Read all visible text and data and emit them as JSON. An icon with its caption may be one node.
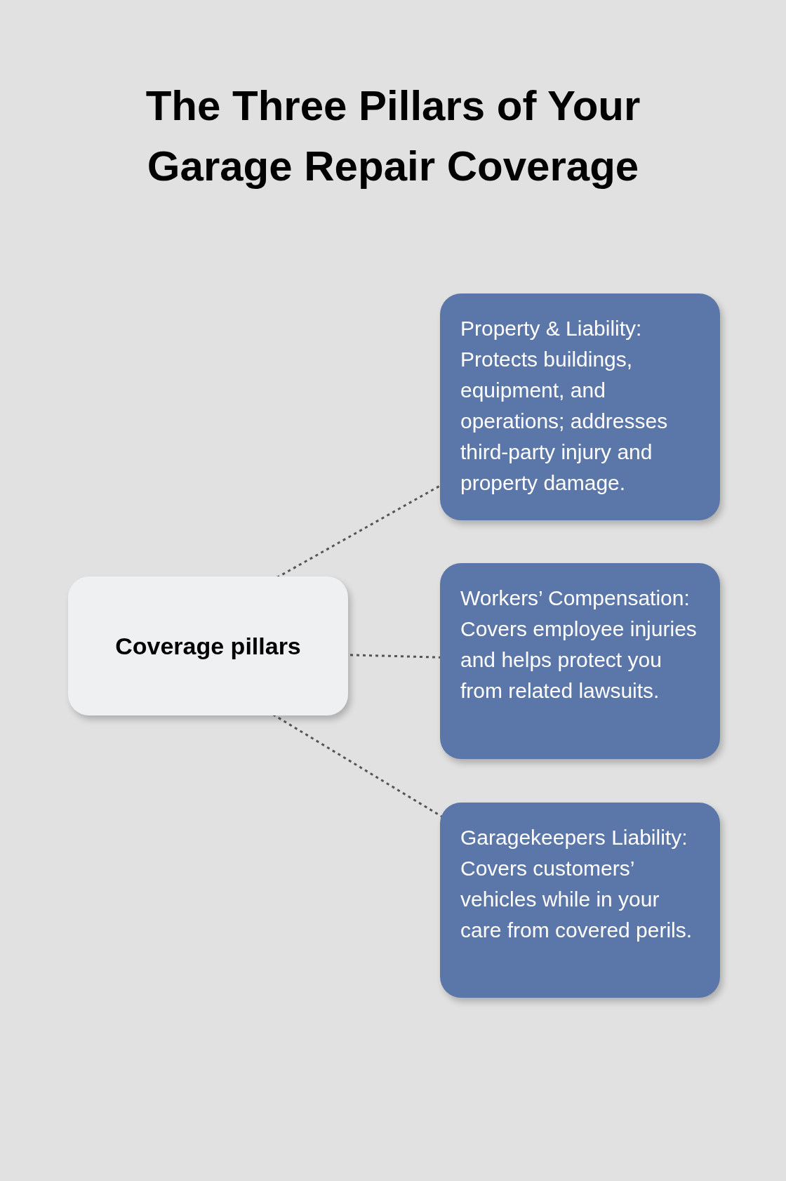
{
  "diagram": {
    "title": "The Three Pillars of Your Garage Repair Coverage",
    "nodes": [
      {
        "text": [
          "Coverage pillars"
        ]
      },
      {
        "text": [
          "Property & Liability: Protects buildings, equipment, and operations; addresses third-party injury and property damage."
        ]
      },
      {
        "text": [
          "Workers’ Compensation: Covers employee injuries and helps protect you from related lawsuits."
        ]
      },
      {
        "text": [
          "Garagekeepers Liability: Covers customers’ vehicles while in your care from covered perils."
        ]
      }
    ],
    "edges": [
      {
        "from": 0,
        "to": 1,
        "arrow": "none",
        "style": "dashed"
      },
      {
        "from": 0,
        "to": 2,
        "arrow": "none",
        "style": "dashed"
      },
      {
        "from": 0,
        "to": 3,
        "arrow": "none",
        "style": "dashed"
      }
    ]
  }
}
